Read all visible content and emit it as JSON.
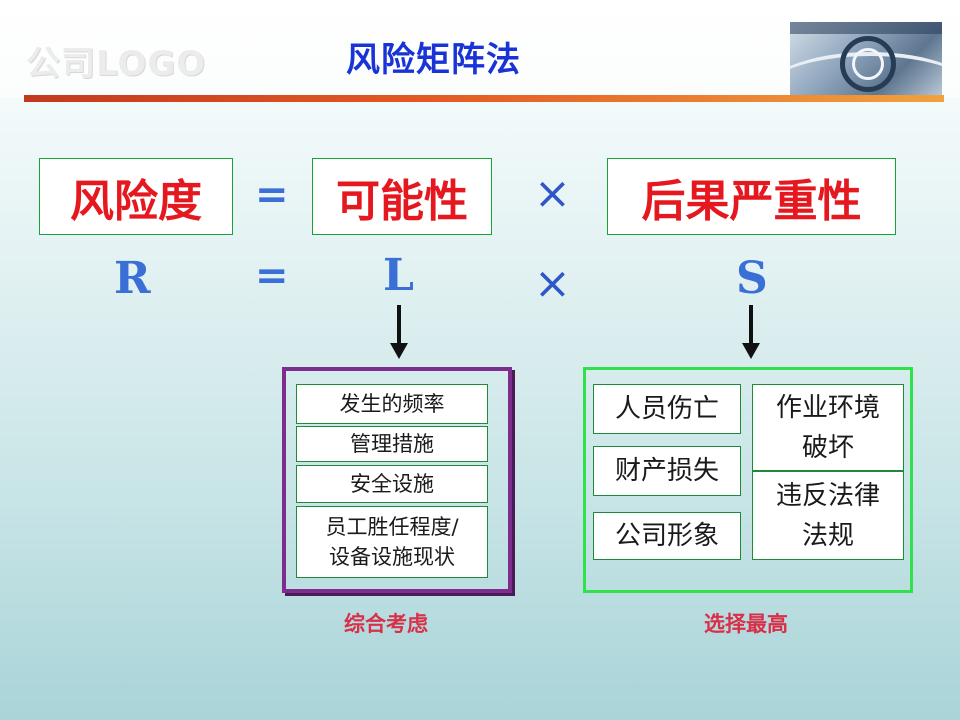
{
  "header": {
    "logo_text": "公司LOGO",
    "title": "风险矩阵法"
  },
  "formula": {
    "risk": "风险度",
    "equals": "=",
    "likelihood": "可能性",
    "times": "×",
    "severity": "后果严重性"
  },
  "symbols": {
    "R": "R",
    "equals": "=",
    "L": "L",
    "times": "×",
    "S": "S"
  },
  "likelihood_factors": {
    "items": [
      "发生的频率",
      "管理措施",
      "安全设施",
      "员工胜任程度/设备设施现状"
    ],
    "item4_line1": "员工胜任程度/",
    "item4_line2": "设备设施现状",
    "caption": "综合考虑"
  },
  "severity_factors": {
    "personnel": "人员伤亡",
    "property": "财产损失",
    "image": "公司形象",
    "env_line1": "作业环境",
    "env_line2": "破坏",
    "law_line1": "违反法律",
    "law_line2": "法规",
    "caption": "选择最高"
  },
  "colors": {
    "title": "#1a33d6",
    "formula_text": "#e6181f",
    "symbols": "#3a6fd6",
    "left_frame": "#7d2e8c",
    "right_frame": "#31e14b",
    "caption": "#d9304a"
  }
}
